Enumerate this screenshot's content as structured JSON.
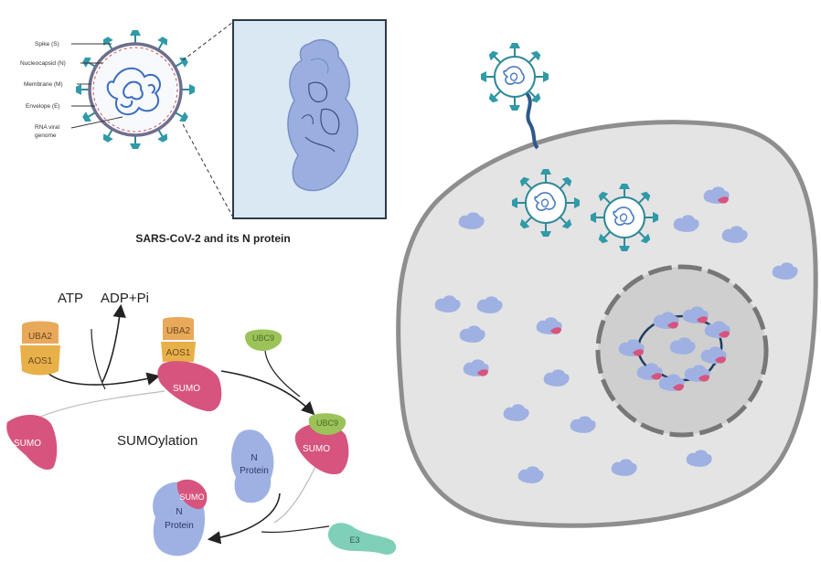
{
  "virus_labels": {
    "spike": "Spike (S)",
    "nucleocapsid": "Nucleocapsid (N)",
    "membrane": "Membrane (M)",
    "envelope": "Envelope (E)",
    "rna_line1": "RNA viral",
    "rna_line2": "genome"
  },
  "caption": "SARS-CoV-2 and its N protein",
  "pathway": {
    "atp": "ATP",
    "adp": "ADP+Pi",
    "uba2": "UBA2",
    "aos1": "AOS1",
    "sumo": "SUMO",
    "ubc9": "UBC9",
    "process": "SUMOylation",
    "n_protein_line1": "N",
    "n_protein_line2": "Protein",
    "e3": "E3"
  },
  "colors": {
    "sumo": "#d6547e",
    "nprotein": "#9fb1e2",
    "uba2": "#e9a95a",
    "aos1": "#e8b048",
    "ubc9": "#9cc35a",
    "e3": "#7fcfb9",
    "cell": "#e4e4e4",
    "nucleus": "#cfcfcf"
  }
}
